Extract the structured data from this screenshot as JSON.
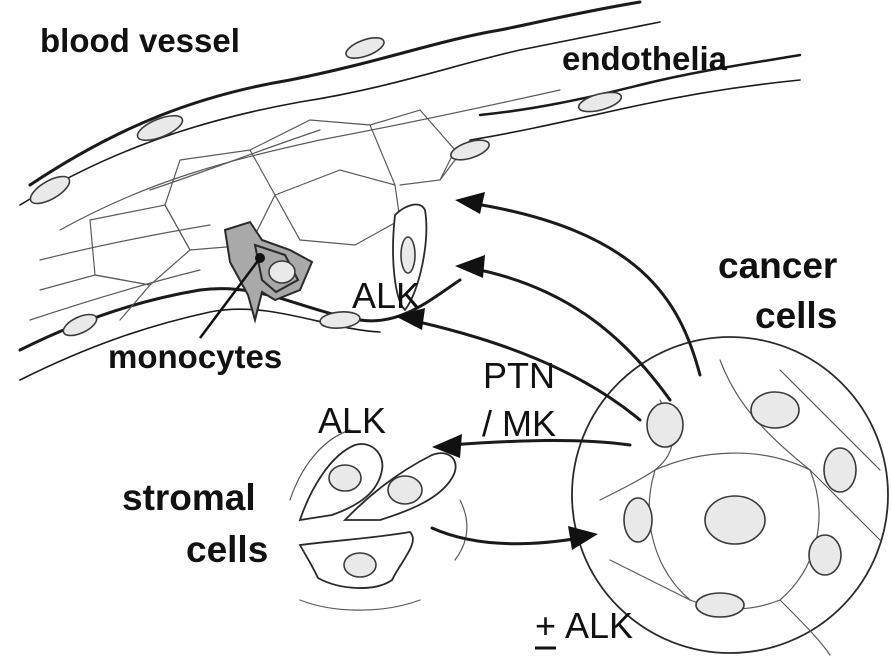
{
  "labels": {
    "blood_vessel": "blood vessel",
    "endothelia": "endothelia",
    "cancer": "cancer",
    "cells_cancer": "cells",
    "alk_top": "ALK",
    "monocytes": "monocytes",
    "ptn": "PTN",
    "mk": "/ MK",
    "alk_stromal": "ALK",
    "stromal": "stromal",
    "cells_stromal": "cells",
    "plusminus_alk_sign": "+",
    "plusminus_alk_text": "ALK"
  },
  "colors": {
    "ink": "#1a1a1a",
    "monocyte_fill": "#a9a9a9",
    "nucleus_fill": "#e9e9e9"
  }
}
